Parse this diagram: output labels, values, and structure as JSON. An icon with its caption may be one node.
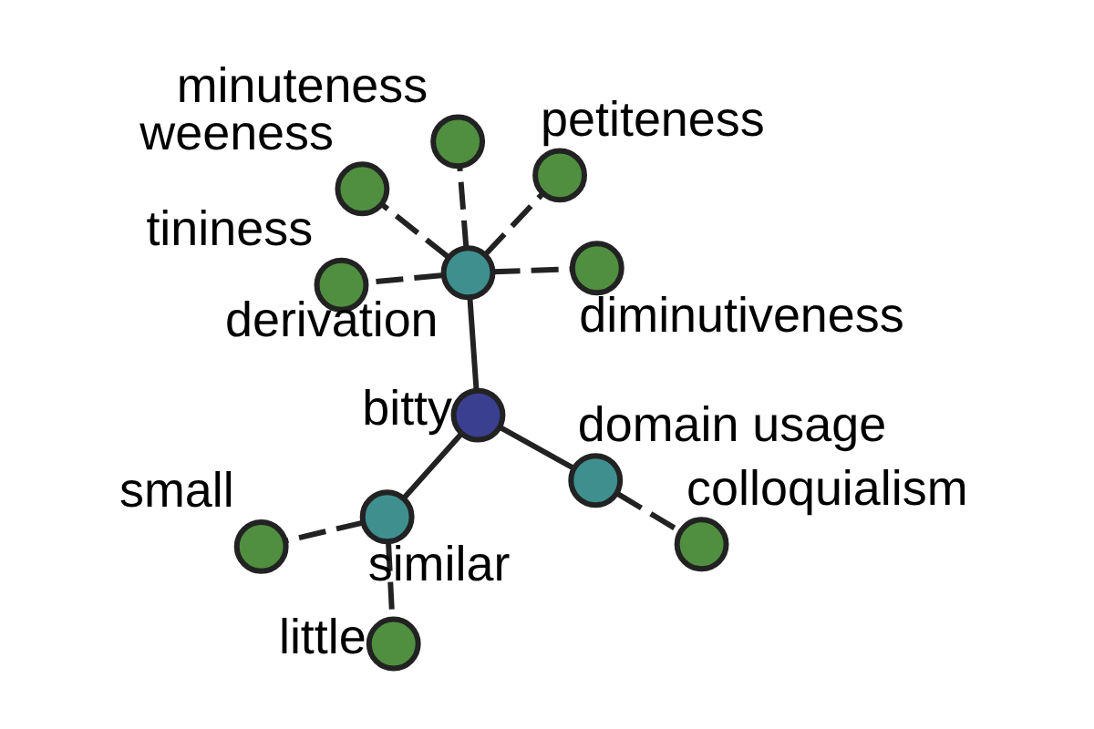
{
  "diagram": {
    "nodes": [
      {
        "text": [
          "weeness"
        ]
      },
      {
        "text": [
          "diminutiveness"
        ]
      },
      {
        "text": [
          "tininess"
        ]
      },
      {
        "text": [
          "derivation"
        ]
      },
      {
        "text": [
          "petiteness"
        ]
      },
      {
        "text": [
          "minuteness"
        ]
      },
      {
        "text": [
          "bitty"
        ]
      },
      {
        "text": [
          "domain usage"
        ]
      },
      {
        "text": [
          "colloquialism"
        ]
      },
      {
        "text": [
          "similar"
        ]
      },
      {
        "text": [
          "little"
        ]
      },
      {
        "text": [
          "small"
        ]
      }
    ],
    "edges": [
      {
        "from": 6,
        "to": 3,
        "arrow": "none"
      },
      {
        "from": 6,
        "to": 7,
        "arrow": "none"
      },
      {
        "from": 6,
        "to": 9,
        "arrow": "none"
      },
      {
        "from": 3,
        "to": 0,
        "arrow": "none",
        "style": "dashed"
      },
      {
        "from": 3,
        "to": 1,
        "arrow": "none",
        "style": "dashed"
      },
      {
        "from": 3,
        "to": 2,
        "arrow": "none",
        "style": "dashed"
      },
      {
        "from": 3,
        "to": 4,
        "arrow": "none",
        "style": "dashed"
      },
      {
        "from": 3,
        "to": 5,
        "arrow": "none",
        "style": "dashed"
      },
      {
        "from": 7,
        "to": 8,
        "arrow": "none",
        "style": "dashed"
      },
      {
        "from": 9,
        "to": 10,
        "arrow": "none",
        "style": "dashed"
      },
      {
        "from": 9,
        "to": 11,
        "arrow": "none",
        "style": "dashed"
      }
    ]
  }
}
